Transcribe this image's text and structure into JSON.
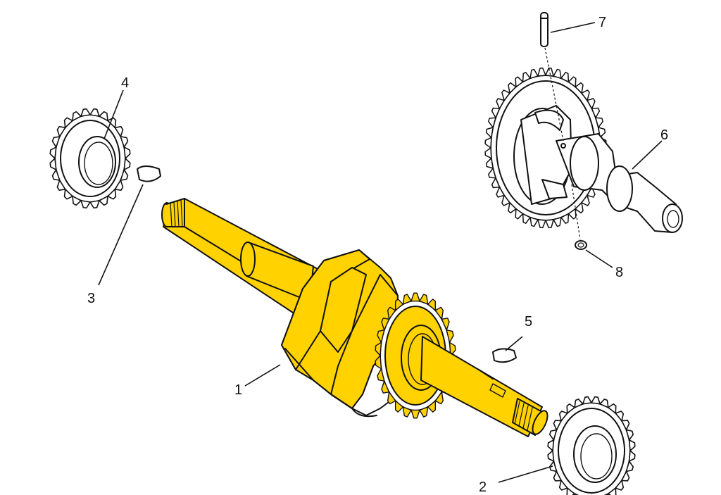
{
  "colors": {
    "crankshaft_fill": "#FFD200",
    "part_fill": "#ffffff",
    "outline": "#111111"
  },
  "callouts": [
    {
      "id": "1",
      "text": "1",
      "part": "crankshaft"
    },
    {
      "id": "2",
      "text": "2",
      "part": "crankshaft-gear-front"
    },
    {
      "id": "3",
      "text": "3",
      "part": "woodruff-key-rear"
    },
    {
      "id": "4",
      "text": "4",
      "part": "crankshaft-gear-rear"
    },
    {
      "id": "5",
      "text": "5",
      "part": "woodruff-key-front"
    },
    {
      "id": "6",
      "text": "6",
      "part": "camshaft"
    },
    {
      "id": "7",
      "text": "7",
      "part": "pin"
    },
    {
      "id": "8",
      "text": "8",
      "part": "nut"
    }
  ]
}
